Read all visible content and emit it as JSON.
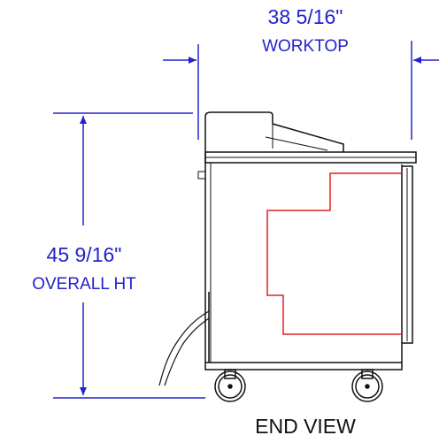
{
  "drawing": {
    "width_dimension": {
      "value": "38 5/16\"",
      "label": "WORKTOP"
    },
    "height_dimension": {
      "value": "45 9/16\"",
      "label": "OVERALL HT"
    },
    "view_title": "END VIEW"
  },
  "colors": {
    "dimension": "#2222cc",
    "outline": "#111111",
    "hidden_line": "#e02020"
  }
}
